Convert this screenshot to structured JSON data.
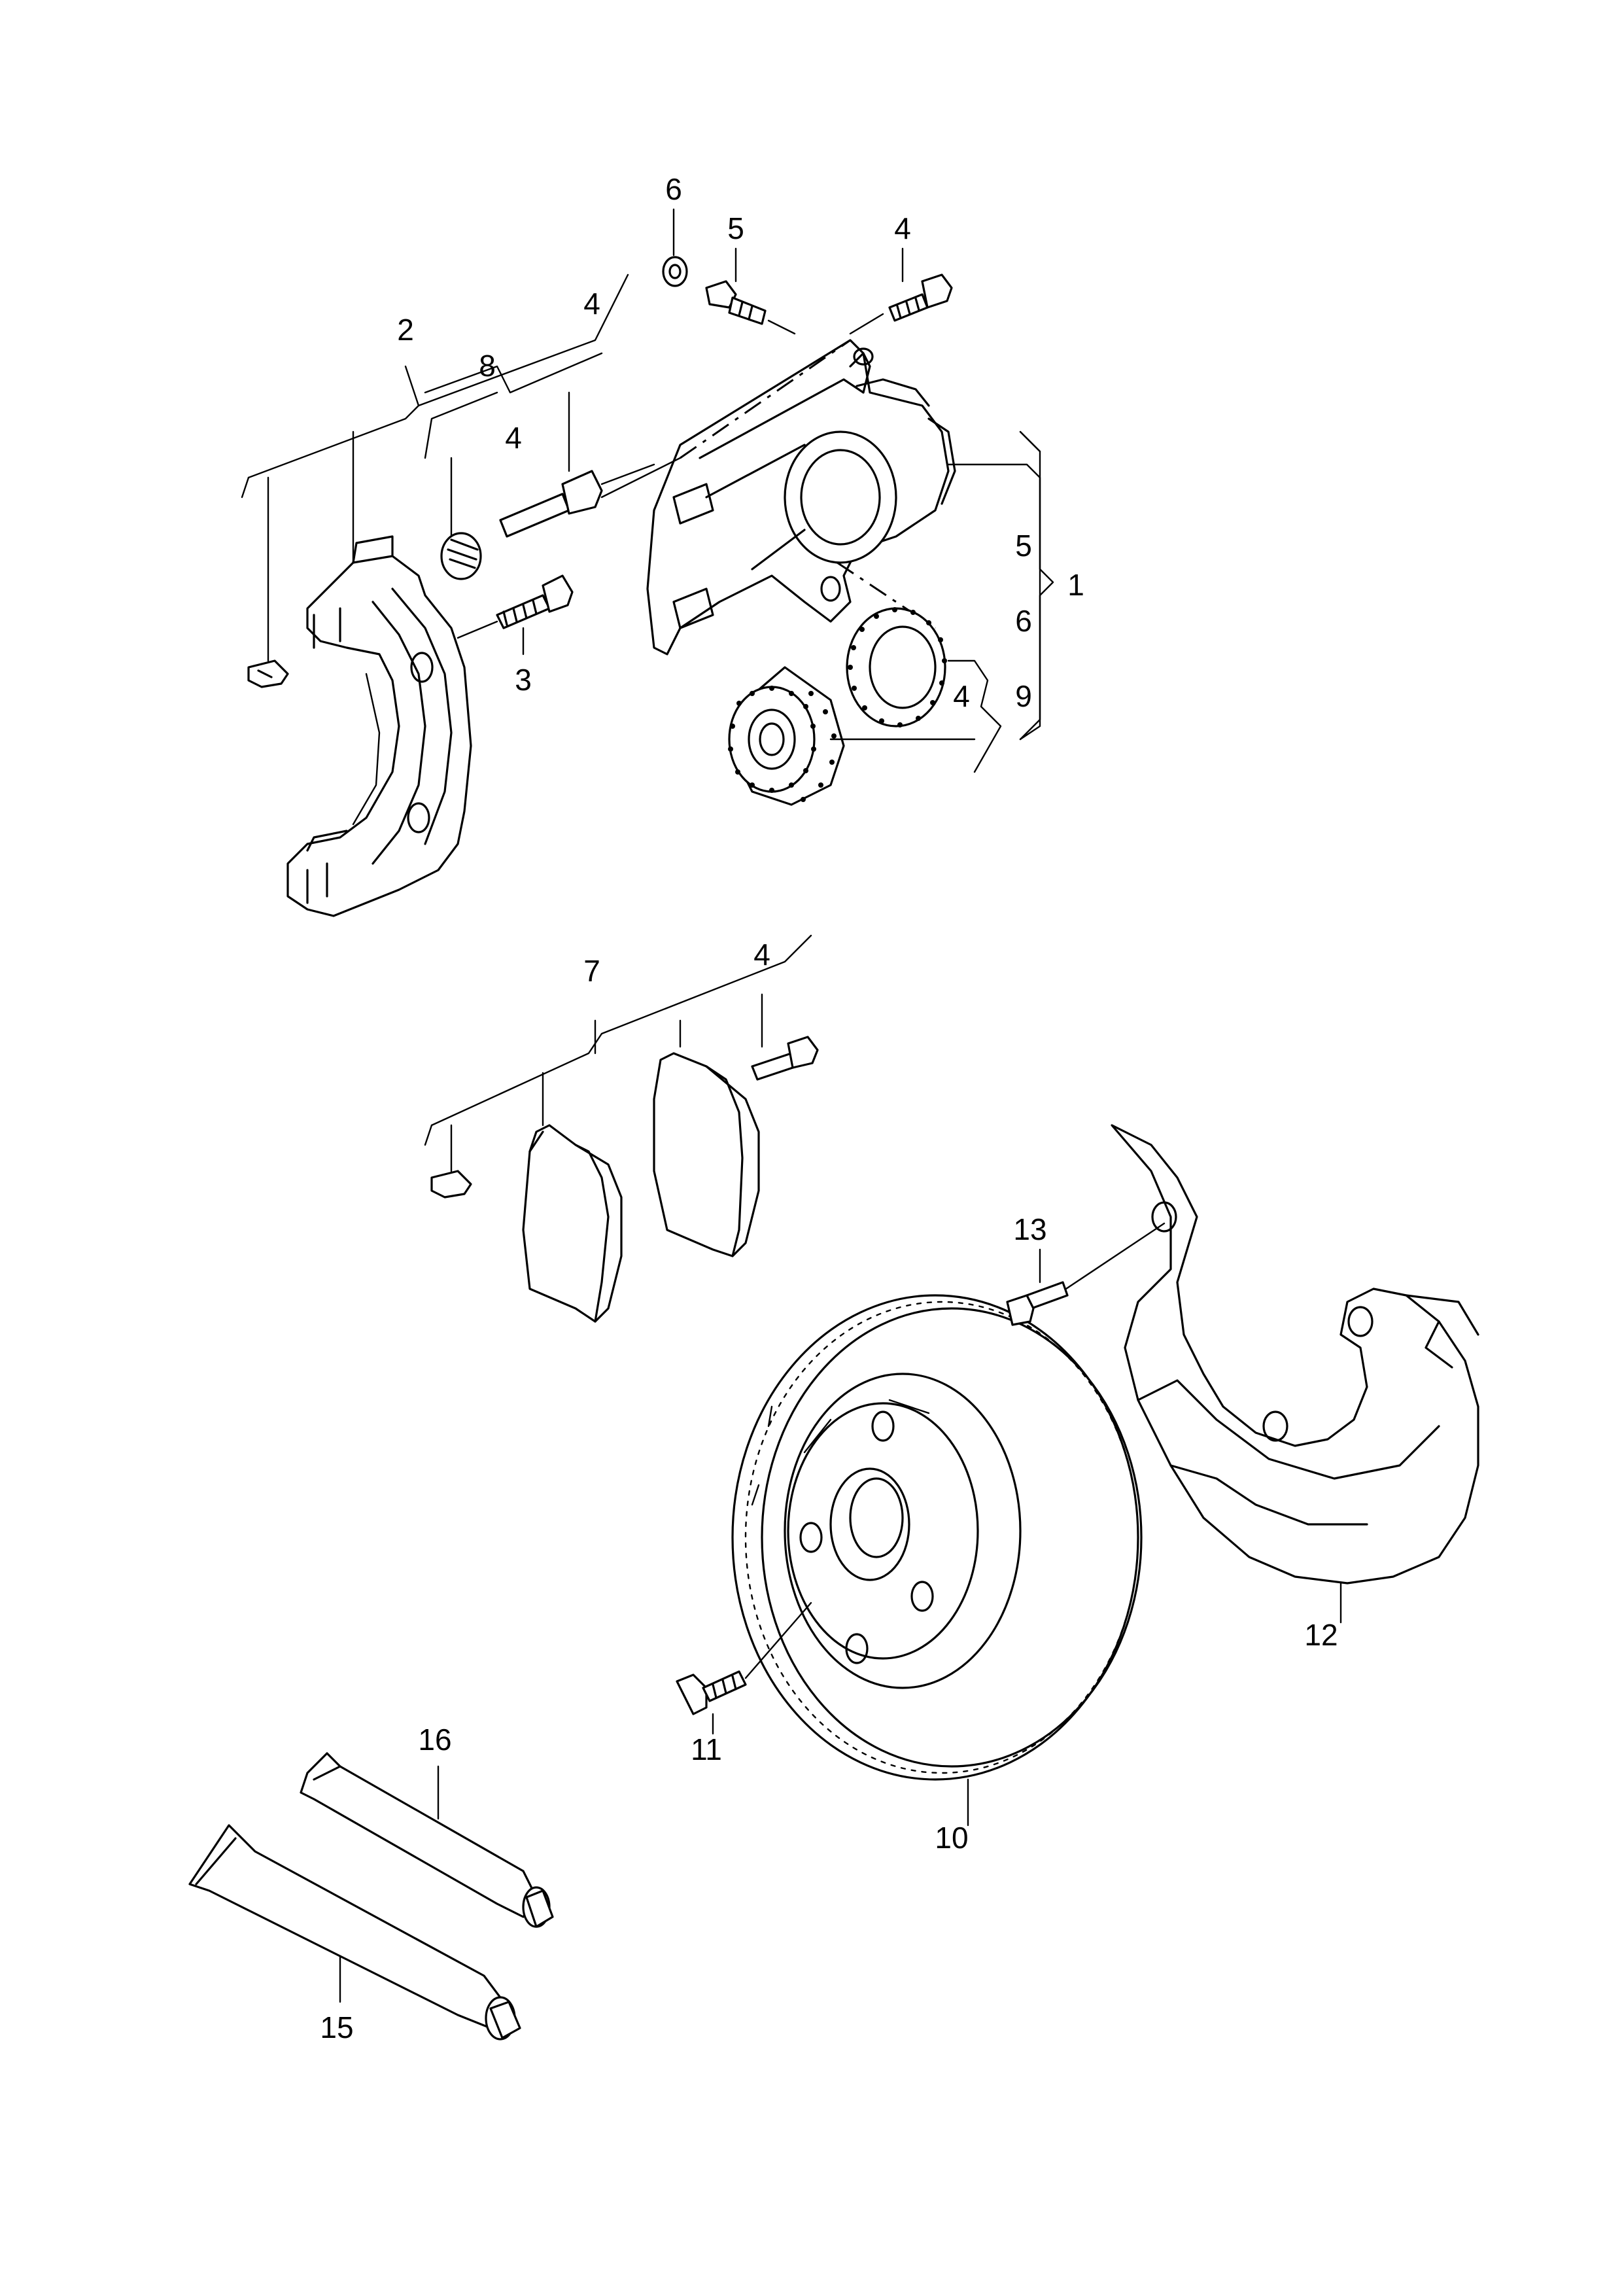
{
  "labels": {
    "caliper_assembly": "1",
    "carrier_bracket": "2",
    "bolt_carrier": "3",
    "bolt_top": "4",
    "bleeder_valve": "5",
    "bleeder_cap": "6",
    "brake_pad_set": "7",
    "guide_pin_kit": "8",
    "seal_kit": "9",
    "brake_disc": "10",
    "disc_screw": "11",
    "splash_shield": "12",
    "shield_bolt": "13",
    "grease_tube_large": "15",
    "grease_tube_small": "16",
    "bracket_group_4": "4",
    "pin_group_4": "4",
    "caliper_group_5": "5",
    "caliper_group_6": "6",
    "caliper_group_9": "9",
    "seal_group_4": "4",
    "pad_group_4": "4"
  }
}
